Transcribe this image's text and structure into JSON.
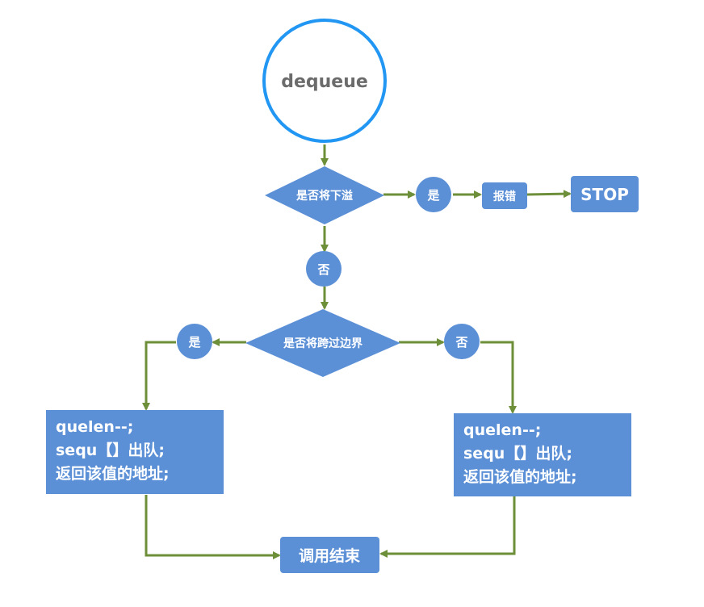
{
  "colors": {
    "node_fill": "#5b8fd6",
    "start_stroke": "#2196f3",
    "connector": "#6e8f3a",
    "start_text": "#6b6b6b",
    "label_text": "#ffffff"
  },
  "nodes": {
    "start": "dequeue",
    "decision_underflow": "是否将下溢",
    "yes_underflow": "是",
    "error": "报错",
    "stop": "STOP",
    "no_underflow": "否",
    "decision_boundary": "是否将跨过边界",
    "yes_boundary": "是",
    "no_boundary": "否",
    "end_call": "调用结束"
  },
  "process_left": {
    "lines": [
      "quelen--;",
      "sequ【】出队;",
      "返回该值的地址;"
    ]
  },
  "process_right": {
    "lines": [
      "quelen--;",
      "sequ【】出队;",
      "返回该值的地址;"
    ]
  }
}
